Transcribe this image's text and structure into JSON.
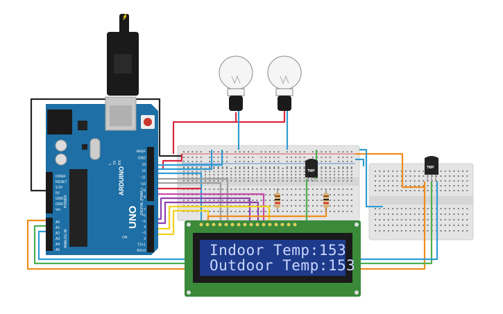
{
  "arduino": {
    "brand": "ARDUINO",
    "model": "UNO",
    "label_digital": "DIGITAL (PWM~)",
    "label_power": "POWER",
    "label_analog": "ANALOG IN",
    "left_pins": [
      "IOREF",
      "RESET",
      "3.3V",
      "5V",
      "GND",
      "GND",
      "Vin"
    ],
    "analog_pins": [
      "A0",
      "A1",
      "A2",
      "A3",
      "A4",
      "A5"
    ],
    "top_right_pins": [
      "AREF",
      "GND",
      "13",
      "12",
      "~11",
      "~10",
      "~9",
      "8"
    ],
    "bottom_right_pins": [
      "7",
      "~6",
      "~5",
      "4",
      "~3",
      "2",
      "TX>1",
      "RX<0"
    ],
    "on_label": "ON",
    "tx_label": "TX",
    "rx_label": "RX",
    "l_label": "L"
  },
  "lcd": {
    "line1": "Indoor Temp:153",
    "line2": "Outdoor Temp:153"
  },
  "sensors": {
    "indoor_label": "TMP",
    "outdoor_label": "TMP"
  },
  "colors": {
    "board": "#1d6fa5",
    "lcd_pcb": "#3a8a3a",
    "lcd_screen": "#1e3a8a",
    "breadboard": "#e6e6e6",
    "wire_red": "#d7263d",
    "wire_black": "#222222",
    "wire_blue": "#2f9bd1",
    "wire_orange": "#f08c1a",
    "wire_green": "#4caf50",
    "wire_yellow": "#f2d21b",
    "wire_purple": "#8e3fae",
    "wire_gray": "#9e9e9e"
  }
}
